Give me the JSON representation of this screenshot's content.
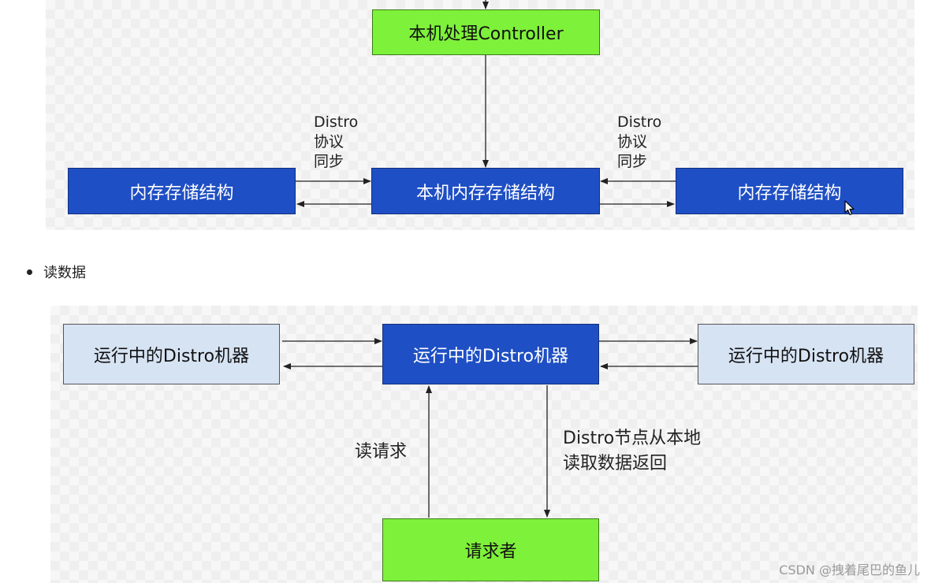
{
  "write_diagram": {
    "controller_box": "本机处理Controller",
    "local_memory_box": "本机内存存储结构",
    "left_memory_box": "内存存储结构",
    "right_memory_box": "内存存储结构",
    "left_sync_label": [
      "Distro",
      "协议",
      "同步"
    ],
    "right_sync_label": [
      "Distro",
      "协议",
      "同步"
    ]
  },
  "bullet": {
    "text": "读数据"
  },
  "read_diagram": {
    "left_node": "运行中的Distro机器",
    "center_node": "运行中的Distro机器",
    "right_node": "运行中的Distro机器",
    "requester_box": "请求者",
    "read_request_label": "读请求",
    "return_label": [
      "Distro节点从本地",
      "读取数据返回"
    ]
  },
  "watermark": "CSDN @拽着尾巴的鱼儿",
  "colors": {
    "green_box": "#7ef13a",
    "blue_box": "#1f4fc4",
    "light_box": "#d6e3f3"
  },
  "icons": {
    "cursor": "mouse-pointer-icon"
  }
}
